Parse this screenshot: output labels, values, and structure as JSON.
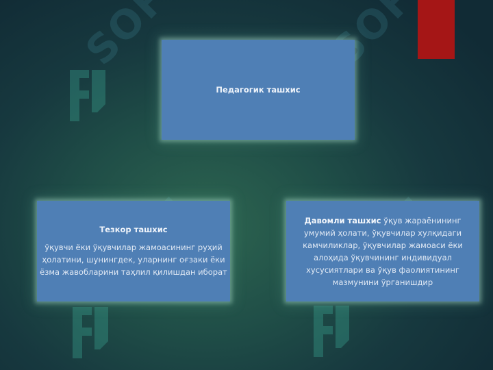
{
  "watermark": {
    "text": "SOFF"
  },
  "diagram": {
    "root": {
      "title": "Педагогик ташхис"
    },
    "children": [
      {
        "title": "Тезкор ташхис",
        "text": "ўқувчи ёки ўқувчилар жамоасининг руҳий ҳолатини, шунингдек, уларнинг оғзаки ёки ёзма жавобларини таҳлил қилишдан иборат"
      },
      {
        "title": "Давомли ташхис",
        "text": "ўқув жараёнининг умумий ҳолати, ўқувчилар хулқидаги камчиликлар, ўқувчилар жамоаси ёки алоҳида ўқувчининг индивидуал хусусиятлари ва ўқув фаолиятининг мазмунини ўрганишдир"
      }
    ]
  },
  "colors": {
    "box": "#4f7fb5",
    "accent": "#a51616",
    "background": "#1f4d47"
  }
}
